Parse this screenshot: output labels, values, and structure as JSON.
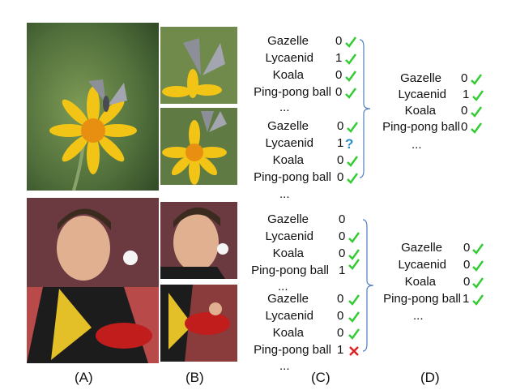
{
  "panels": [
    "(A)",
    "(B)",
    "(C)",
    "(D)"
  ],
  "ellipsis": "...",
  "classes": [
    "Gazelle",
    "Lycaenid",
    "Koala",
    "Ping-pong ball"
  ],
  "rows": {
    "c1": [
      "0",
      "1",
      "0",
      "0"
    ],
    "c2": [
      "0",
      "1",
      "0",
      "0"
    ],
    "d1": [
      "0",
      "1",
      "0",
      "0"
    ],
    "c3": [
      "0",
      "0",
      "0",
      "1"
    ],
    "c4": [
      "0",
      "0",
      "0",
      "1"
    ],
    "d2": [
      "0",
      "0",
      "0",
      "1"
    ]
  },
  "colors": {
    "check": "#33cc33",
    "question": "#2a8cc7",
    "cross": "#e02020",
    "bracket": "#4f7fc0"
  }
}
